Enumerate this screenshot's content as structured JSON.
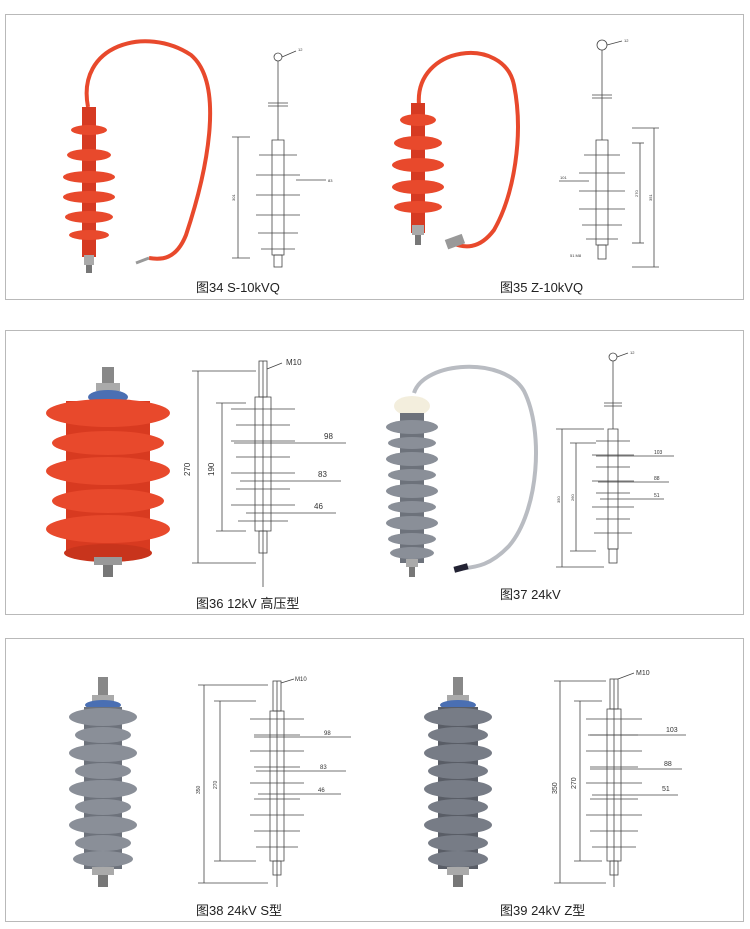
{
  "figures": [
    {
      "caption": "图34  S-10kVQ",
      "dims": {
        "top": "12",
        "overall": "301",
        "body": "",
        "width": "83"
      }
    },
    {
      "caption": "图35  Z-10kVQ",
      "dims": {
        "top": "12",
        "overall": "351",
        "body": "270",
        "width": "101",
        "bottom": "51 M8"
      }
    },
    {
      "caption": "图36  12kV 高压型",
      "dims": {
        "top": "M10",
        "overall": "270",
        "body": "190",
        "w1": "98",
        "w2": "83",
        "w3": "46"
      }
    },
    {
      "caption": "图37  24kV",
      "dims": {
        "top": "12",
        "overall": "350",
        "body": "260",
        "w1": "103",
        "w2": "88",
        "w3": "51"
      }
    },
    {
      "caption": "图38  24kV S型",
      "dims": {
        "top": "M10",
        "overall": "350",
        "body": "270",
        "w1": "98",
        "w2": "83",
        "w3": "46"
      }
    },
    {
      "caption": "图39  24kV Z型",
      "dims": {
        "top": "M10",
        "overall": "350",
        "body": "270",
        "w1": "103",
        "w2": "88",
        "w3": "51"
      }
    }
  ],
  "colors": {
    "red": "#e8492c",
    "red_dark": "#c8341c",
    "grey": "#8a8f98",
    "grey_dark": "#6d727b",
    "cable_grey": "#b9bcc2",
    "cap_cream": "#f3eedd"
  }
}
